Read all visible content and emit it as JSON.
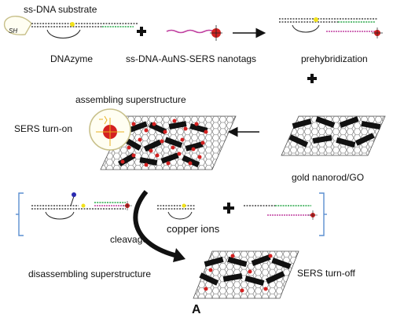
{
  "labels": {
    "ss_dna_substrate": "ss-DNA substrate",
    "sh": "SH",
    "dnazyme": "DNAzyme",
    "nanotags": "ss-DNA-AuNS-SERS nanotags",
    "prehybridization": "prehybridization",
    "assembling": "assembling superstructure",
    "sers_turn_on": "SERS turn-on",
    "gold_nanorod_go": "gold nanorod/GO",
    "cleavage": "cleavage",
    "copper_ions": "copper ions",
    "disassembling": "disassembling superstructure",
    "sers_turn_off": "SERS turn-off",
    "panel": "A"
  },
  "colors": {
    "dna_strand": "#222222",
    "green_segment": "#2aa84a",
    "magenta_segment": "#c040a0",
    "yellow_marker": "#f2e21a",
    "au_particle": "#d42020",
    "nanorod": "#111111",
    "graphene": "#666666",
    "bracket": "#5b8fd0",
    "zoom_circle": "#c8c08a",
    "blue_dot": "#2a2ab0"
  },
  "icons": [
    "plus-icon",
    "arrow-right-icon",
    "arrow-left-icon",
    "curved-arrow-icon"
  ]
}
